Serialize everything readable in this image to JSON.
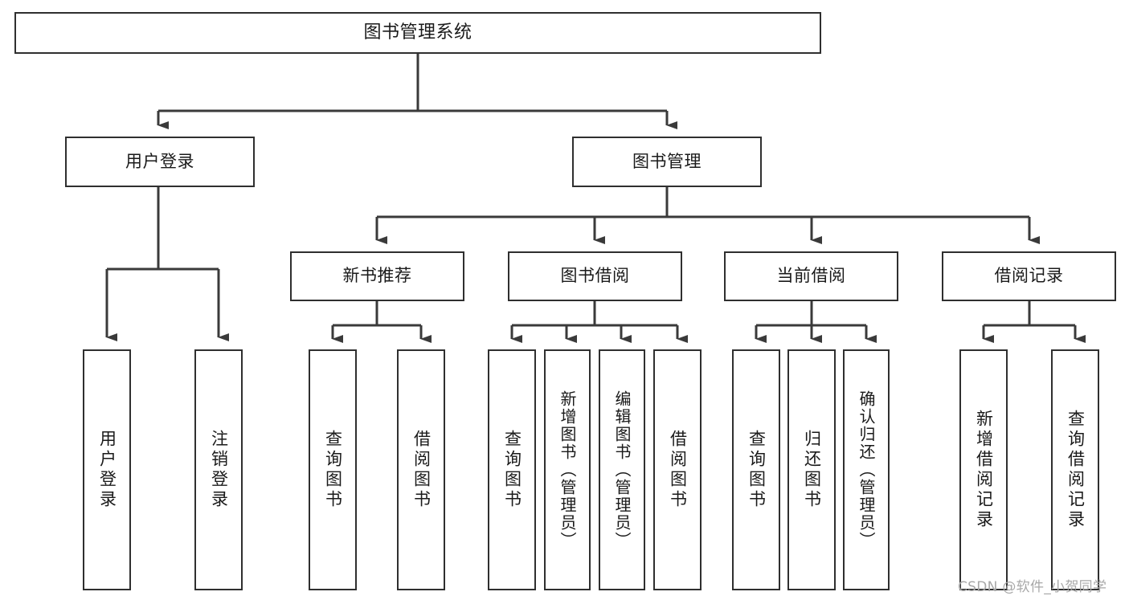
{
  "diagram": {
    "type": "tree-hierarchy-chart",
    "title": "图书管理系统",
    "root": {
      "id": "root",
      "label": "图书管理系统"
    },
    "level2": [
      {
        "id": "user-login",
        "label": "用户登录"
      },
      {
        "id": "book-management",
        "label": "图书管理"
      }
    ],
    "level3": [
      {
        "id": "new-book-recommend",
        "label": "新书推荐",
        "parent": "book-management"
      },
      {
        "id": "book-borrow",
        "label": "图书借阅",
        "parent": "book-management"
      },
      {
        "id": "current-borrow",
        "label": "当前借阅",
        "parent": "book-management"
      },
      {
        "id": "borrow-record",
        "label": "借阅记录",
        "parent": "book-management"
      }
    ],
    "leaves": [
      {
        "id": "leaf-user-login",
        "label": "用户登录",
        "parent": "user-login"
      },
      {
        "id": "leaf-logout-login",
        "label": "注销登录",
        "parent": "user-login"
      },
      {
        "id": "leaf-query-book-1",
        "label": "查询图书",
        "parent": "new-book-recommend"
      },
      {
        "id": "leaf-borrow-book-1",
        "label": "借阅图书",
        "parent": "new-book-recommend"
      },
      {
        "id": "leaf-query-book-2",
        "label": "查询图书",
        "parent": "book-borrow"
      },
      {
        "id": "leaf-add-book",
        "label": "新增图书（管理员）",
        "parent": "book-borrow"
      },
      {
        "id": "leaf-edit-book",
        "label": "编辑图书（管理员）",
        "parent": "book-borrow"
      },
      {
        "id": "leaf-borrow-book-2",
        "label": "借阅图书",
        "parent": "book-borrow"
      },
      {
        "id": "leaf-query-book-3",
        "label": "查询图书",
        "parent": "current-borrow"
      },
      {
        "id": "leaf-return-book",
        "label": "归还图书",
        "parent": "current-borrow"
      },
      {
        "id": "leaf-confirm-return",
        "label": "确认归还（管理员）",
        "parent": "current-borrow"
      },
      {
        "id": "leaf-add-record",
        "label": "新增借阅记录",
        "parent": "borrow-record"
      },
      {
        "id": "leaf-query-record",
        "label": "查询借阅记录",
        "parent": "borrow-record"
      }
    ],
    "watermark": "CSDN @软件_小贺同学",
    "colors": {
      "box_stroke": "#2f2f2f",
      "box_fill": "#ffffff",
      "connector": "#3a3a3a",
      "text": "#1a1a1a",
      "watermark": "#a8a8a8",
      "background": "#ffffff"
    }
  }
}
